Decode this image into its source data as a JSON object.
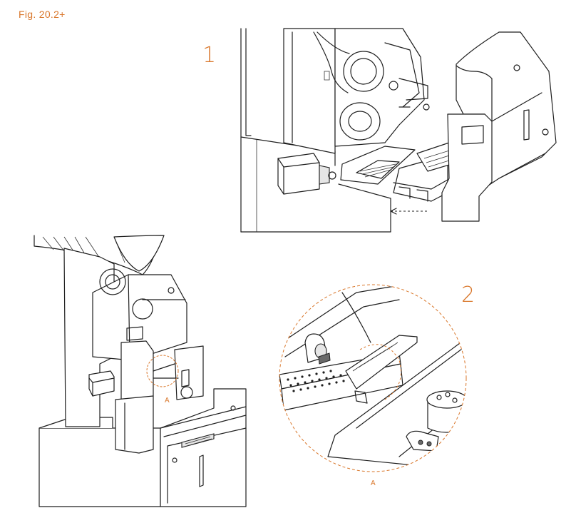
{
  "figure": {
    "caption": "Fig. 20.2+"
  },
  "steps": [
    {
      "label": "1"
    },
    {
      "label": "2"
    }
  ],
  "callouts": {
    "detail_label": "A"
  },
  "colors": {
    "accent": "#d9772b",
    "line": "#1e1e1e",
    "background": "#ffffff"
  }
}
